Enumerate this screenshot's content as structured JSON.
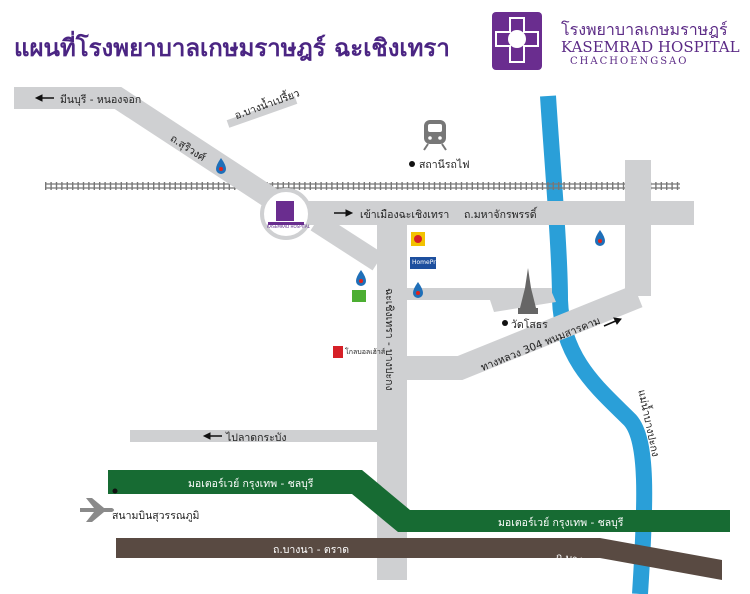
{
  "title": "แผนที่โรงพยาบาลเกษมราษฎร์ ฉะเชิงเทรา",
  "logo": {
    "name_th": "โรงพยาบาลเกษมราษฎร์",
    "name_en": "KASEMRAD HOSPITAL",
    "branch": "CHACHOENGSAO"
  },
  "labels": {
    "minburi": "มีนบุรี - หนองจอก",
    "bangnamprieo": "อ.บางน้ำเปรี้ยว",
    "suriwong": "ถ.สุริวงศ์",
    "train_station": "สถานีรถไฟ",
    "to_city": "เข้าเมืองฉะเชิงเทรา",
    "mahachakkraphat": "ถ.มหาจักรพรรดิ์",
    "wat_sothon": "วัดโสธร",
    "hwy304": "ทางหลวง 304 พนมสารคาม",
    "chachoeng_bangpakong": "ฉะเชิงเทรา - บางปะกง",
    "bangpakong_river": "แม่น้ำบางปะกง",
    "lat_krabang": "ไปลาดกระบัง",
    "motorway_1": "มอเตอร์เวย์ กรุงเทพ - ชลบุรี",
    "motorway_2": "มอเตอร์เวย์ กรุงเทพ - ชลบุรี",
    "airport": "สนามบินสุวรรณภูมิ",
    "bangna_1": "ถ.บางนา - ตราด",
    "bangna_2": "ถ.บางนา - ตราด",
    "kasemrad_small": "KASEMRAD HOSPITAL",
    "global_house": "โกลบอลเฮ้าส์",
    "homepro": "HomePro"
  },
  "colors": {
    "road": "#cfd0d2",
    "river": "#2a9fd8",
    "motorway": "#176b33",
    "bangna": "#594a42",
    "brand": "#5b2a86",
    "fuel": "#1f6fb8"
  },
  "icons": [
    "train-icon",
    "airplane-icon",
    "temple-icon",
    "fuel-station-icon",
    "arrow-left-icon",
    "arrow-right-icon",
    "hospital-logo-icon"
  ]
}
